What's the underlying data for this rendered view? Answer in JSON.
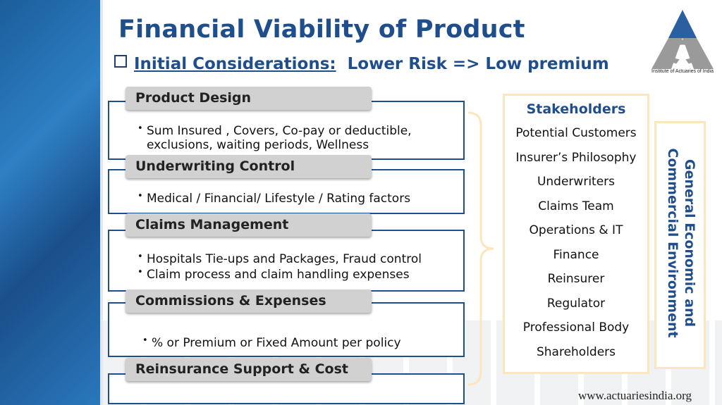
{
  "slide": {
    "title": "Financial Viability of Product",
    "subtitle_label": "Initial Considerations:",
    "subtitle_text": "  Lower Risk => Low premium"
  },
  "logo": {
    "caption": "Institute of Actuaries of India",
    "icon": "actuaries-logo-icon"
  },
  "sections": [
    {
      "header": "Product Design",
      "bullets": [
        "Sum Insured , Covers, Co-pay or deductible, exclusions, waiting periods, Wellness"
      ]
    },
    {
      "header": "Underwriting Control",
      "bullets": [
        "Medical / Financial/ Lifestyle / Rating factors"
      ]
    },
    {
      "header": "Claims Management",
      "bullets": [
        "Hospitals Tie-ups and Packages, Fraud control",
        "Claim process and claim handling expenses"
      ]
    },
    {
      "header": "Commissions & Expenses",
      "bullets": [
        "% or Premium or Fixed Amount per policy"
      ]
    },
    {
      "header": "Reinsurance Support & Cost",
      "bullets": []
    }
  ],
  "stakeholders": {
    "title": "Stakeholders",
    "items": [
      "Potential Customers",
      "Insurer’s Philosophy",
      "Underwriters",
      "Claims Team",
      "Operations & IT",
      "Finance",
      "Reinsurer",
      "Regulator",
      "Professional Body",
      "Shareholders"
    ]
  },
  "environment": {
    "line1": "General Economic and",
    "line2": "Commercial Environment"
  },
  "footer": {
    "url": "www.actuariesindia.org"
  },
  "colors": {
    "accent": "#1f4e8c",
    "box_border": "#fbe6bd",
    "pill": "#d1d1d1"
  }
}
